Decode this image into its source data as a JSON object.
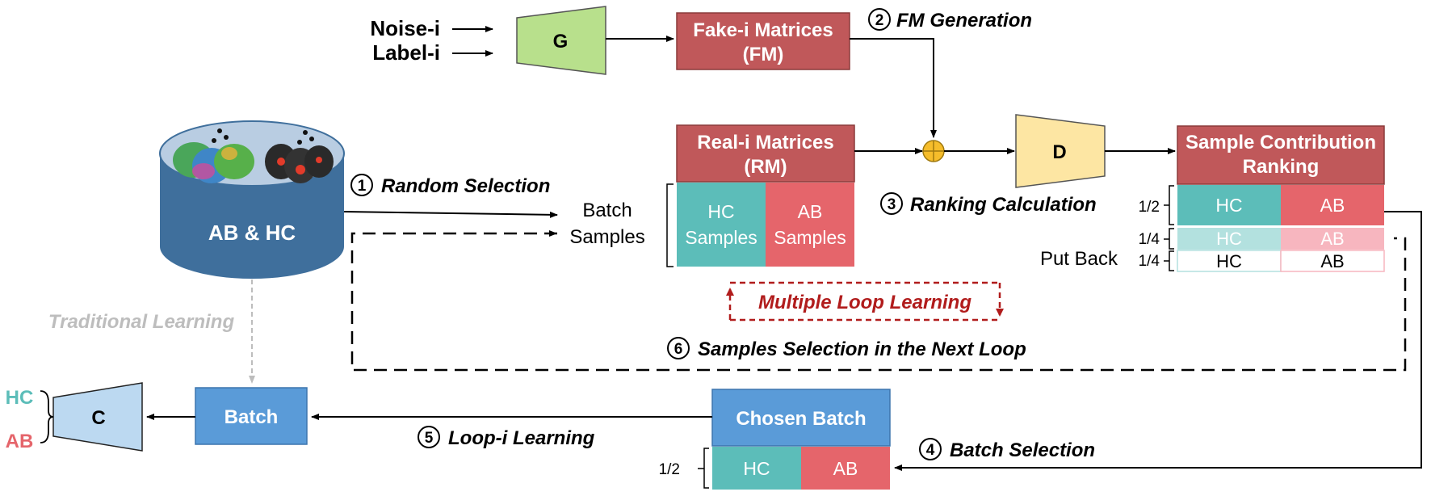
{
  "inputs": {
    "noise": "Noise-i",
    "label": "Label-i"
  },
  "blocks": {
    "generator": "G",
    "discriminator": "D",
    "classifier": "C",
    "fake_line1": "Fake-i Matrices",
    "fake_line2": "(FM)",
    "real_line1": "Real-i Matrices",
    "real_line2": "(RM)",
    "ranking_line1": "Sample Contribution",
    "ranking_line2": "Ranking",
    "batch": "Batch",
    "chosen_batch": "Chosen Batch",
    "dataset": "AB & HC"
  },
  "samples": {
    "hc_line1": "HC",
    "hc_line2": "Samples",
    "ab_line1": "AB",
    "ab_line2": "Samples",
    "batch_line1": "Batch",
    "batch_line2": "Samples"
  },
  "ranking_rows": [
    {
      "fraction": "1/2",
      "hc": "HC",
      "ab": "AB"
    },
    {
      "fraction": "1/4",
      "hc": "HC",
      "ab": "AB"
    },
    {
      "fraction": "1/4",
      "hc": "HC",
      "ab": "AB"
    }
  ],
  "put_back": "Put Back",
  "chosen_rows": {
    "fraction": "1/2",
    "hc": "HC",
    "ab": "AB"
  },
  "outputs": {
    "hc": "HC",
    "ab": "AB"
  },
  "steps": [
    {
      "num": "1",
      "label": "Random Selection"
    },
    {
      "num": "2",
      "label": "FM Generation"
    },
    {
      "num": "3",
      "label": "Ranking Calculation"
    },
    {
      "num": "4",
      "label": "Batch Selection"
    },
    {
      "num": "5",
      "label": "Loop-i Learning"
    },
    {
      "num": "6",
      "label": "Samples Selection in the Next Loop"
    }
  ],
  "multiple_loop": "Multiple Loop Learning",
  "traditional": "Traditional Learning",
  "colors": {
    "matrix_red": "#c0585a",
    "hc_teal": "#5cbdb9",
    "ab_red": "#e5656b",
    "generator_green": "#b8e08c",
    "discriminator_yellow": "#fde6a3",
    "batch_blue": "#5a9bd8",
    "classifier_blue": "#bcd9f1",
    "dataset_blue": "#3f6f9c",
    "loop_dark_red": "#b11c1c",
    "traditional_gray": "#bdbdbd"
  }
}
